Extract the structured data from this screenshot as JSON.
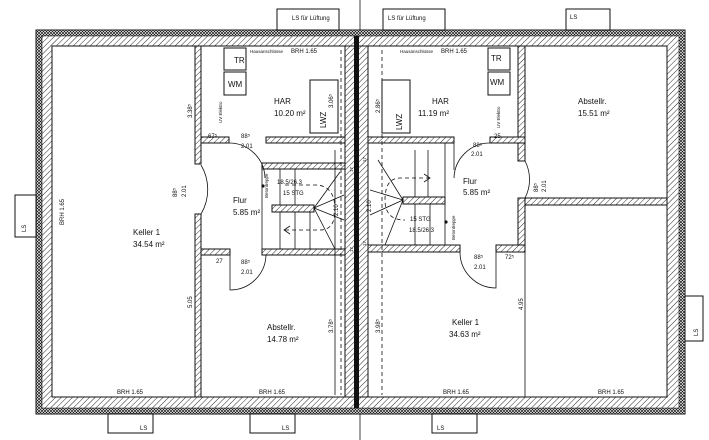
{
  "title": "Kellergeschoss Grundriss Doppelhaus",
  "windows": {
    "top_left": "LS für Lüftung",
    "top_middle": "LS für Lüftung",
    "top_right": "LS",
    "left": "LS",
    "right": "LS",
    "bottom_1": "LS",
    "bottom_2": "LS",
    "bottom_3": "LS"
  },
  "left_house": {
    "har": {
      "name": "HAR",
      "area": "10.20 m²",
      "connections": "Hausanschlüsse",
      "brh": "BRH 1.65",
      "tr": "TR",
      "wm": "WM",
      "lwz": "LWZ",
      "uv": "UV Elektro",
      "height_dim": "3.06⁵"
    },
    "flur": {
      "name": "Flur",
      "area": "5.85 m²"
    },
    "stair": {
      "ratio": "18.5/26.3",
      "steps": "15 STG",
      "type": "Betontreppe",
      "width": "2.10",
      "dim_top": "17",
      "dim_bottom": "17"
    },
    "keller": {
      "name": "Keller 1",
      "area": "34.54 m²",
      "brh_side": "BRH 1.65",
      "dim": "3.38⁵",
      "dim2": "5.05"
    },
    "abstell": {
      "name": "Abstellr.",
      "area": "14.78 m²",
      "dim": "3.78⁵"
    },
    "doors": {
      "har_offset": "67⁵",
      "har_w": "88⁵",
      "har_h": "2.01",
      "keller_w": "88⁵",
      "keller_h": "2.01",
      "abst_offset": "27",
      "abst_w": "88⁵",
      "abst_h": "2.01"
    },
    "brh_bottom_1": "BRH 1.65",
    "brh_bottom_2": "BRH 1.65"
  },
  "right_house": {
    "har": {
      "name": "HAR",
      "area": "11.19 m²",
      "connections": "Hausanschlüsse",
      "brh": "BRH 1.65",
      "tr": "TR",
      "wm": "WM",
      "lwz": "LWZ",
      "uv": "UV Elektro",
      "height_dim": "2.86⁵"
    },
    "flur": {
      "name": "Flur",
      "area": "5.85 m²"
    },
    "stair": {
      "ratio": "18.5/26.3",
      "steps": "15 STG",
      "type": "Betontreppe",
      "width": "2.10",
      "dim_top": "17",
      "dim_bottom": "17"
    },
    "keller": {
      "name": "Keller 1",
      "area": "34.63 m²",
      "dim": "3.98⁵",
      "dim2": "4.95"
    },
    "abstell": {
      "name": "Abstellr.",
      "area": "15.51 m²"
    },
    "doors": {
      "har_w": "88⁵",
      "har_h": "2.01",
      "har_offset": "25",
      "abst_w": "88⁵",
      "abst_h": "2.01",
      "keller_w": "88⁵",
      "keller_h": "2.01",
      "keller_offset": "72⁵"
    },
    "brh_bottom_1": "BRH 1.65",
    "brh_bottom_2": "BRH 1.65"
  }
}
